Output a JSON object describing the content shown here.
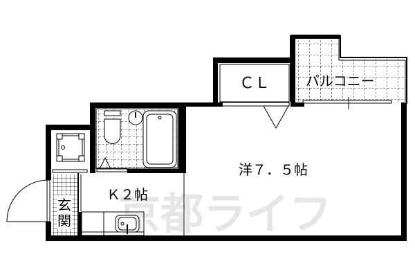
{
  "floorplan": {
    "rooms": {
      "closet": {
        "label": "ＣＬ"
      },
      "balcony": {
        "label": "バルコニー"
      },
      "western_room": {
        "label": "洋７．５帖"
      },
      "kitchen": {
        "label": "Ｋ２帖"
      },
      "entrance": {
        "label_top": "玄",
        "label_bottom": "関"
      }
    },
    "watermark": "京都ライフ",
    "colors": {
      "wall": "#000000",
      "background": "#ffffff",
      "watermark": "#e6e6e6"
    }
  }
}
